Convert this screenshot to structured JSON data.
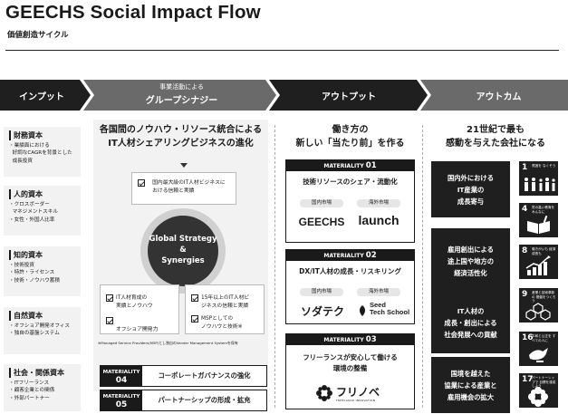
{
  "header": {
    "title": "GEECHS Social Impact Flow",
    "subtitle": "価値創造サイクル"
  },
  "flow": [
    {
      "label": "インプット"
    },
    {
      "top": "事業活動による",
      "label": "グループシナジー"
    },
    {
      "label": "アウトプット"
    },
    {
      "label": "アウトカム"
    }
  ],
  "capitals": [
    {
      "title": "財務資本",
      "items": [
        "業績面における",
        "好調なCAGRを背景とした",
        "成長投資"
      ]
    },
    {
      "title": "人的資本",
      "items": [
        "クロスボーダー",
        "マネジメントスキル",
        "女性・外国人比率"
      ]
    },
    {
      "title": "知的資本",
      "items": [
        "技術投資",
        "特許・ライセンス",
        "技術・ノウハウ蓄積"
      ]
    },
    {
      "title": "自然資本",
      "items": [
        "オフショア開発オフィス",
        "独自の基盤システム"
      ]
    },
    {
      "title": "社会・関係資本",
      "items": [
        "ITフリーランス",
        "顧客企業との関係",
        "外部パートナー"
      ]
    }
  ],
  "synergy": {
    "headline1": "各国間のノウハウ・リソース統合による",
    "headline2": "IT人材シェアリングビジネスの進化",
    "top_box": [
      "国内最大級のIT人材ビジネスに",
      "おける信頼と実績"
    ],
    "circle1": "Global Strategy",
    "circle2": "&",
    "circle3": "Synergies",
    "left_items": [
      [
        "IT人材育成の",
        "実績とノウハウ"
      ],
      [
        "オフショア開発力"
      ]
    ],
    "right_items": [
      [
        "15年以上のIT人材ビ",
        "ジネスの信頼と実績"
      ],
      [
        "MSPとしての",
        "ノウハウと技術※"
      ]
    ],
    "footnote": "※Managed Service Providers(MSP)とし独自のVender Management Systemを保有",
    "materiality": [
      {
        "head": "MATERIALITY",
        "num": "04",
        "text": "コーポレートガバナンスの強化"
      },
      {
        "head": "MATERIALITY",
        "num": "05",
        "text": "パートナーシップの形成・拡充"
      }
    ]
  },
  "output": {
    "headline1": "働き方の",
    "headline2": "新しい「当たり前」を作る",
    "cards": [
      {
        "head": "MATERIALITY",
        "num": "01",
        "title": "技術リソースのシェア・流動化",
        "pill_a": "国内市場",
        "pill_b": "海外市場",
        "logo_a": "GEECHS",
        "logo_b": "launch"
      },
      {
        "head": "MATERIALITY",
        "num": "02",
        "title": "DX/IT人材の成長・リスキリング",
        "pill_a": "国内市場",
        "pill_b": "海外市場",
        "logo_a": "ソダテク",
        "logo_b1": "Seed",
        "logo_b2": "Tech School"
      },
      {
        "head": "MATERIALITY",
        "num": "03",
        "title1": "フリーランスが安心して働ける",
        "title2": "環境の整備",
        "logo": "フリノベ",
        "logo_sub": "FREELANCE INNOVATION"
      }
    ]
  },
  "outcome": {
    "headline1": "21世紀で最も",
    "headline2": "感動を与えた会社になる",
    "boxes": [
      [
        "国内外における",
        "IT産業の",
        "成長寄与"
      ],
      [
        "雇用創出による",
        "途上国や地方の",
        "経済活性化"
      ],
      [
        "IT人材の",
        "成長・創出による",
        "社会発展への貢献"
      ],
      [
        "国境を越えた",
        "協業による産業と",
        "雇用機会の拡大"
      ]
    ],
    "sdgs": [
      {
        "num": "1",
        "text": "貧困を なくそう",
        "icon": "people-icon"
      },
      {
        "num": "4",
        "text": "質の高い教育を みんなに",
        "icon": "book-icon"
      },
      {
        "num": "8",
        "text": "働きがいも 経済成長も",
        "icon": "growth-chart-icon"
      },
      {
        "num": "9",
        "text": "産業と技術革新の 基盤をつくろう",
        "icon": "cubes-icon"
      },
      {
        "num": "16",
        "text": "平和と公正を すべての人に",
        "icon": "dove-icon"
      },
      {
        "num": "17",
        "text": "パートナーシップで 目標を達成しよう",
        "icon": "flower-icon"
      }
    ]
  }
}
